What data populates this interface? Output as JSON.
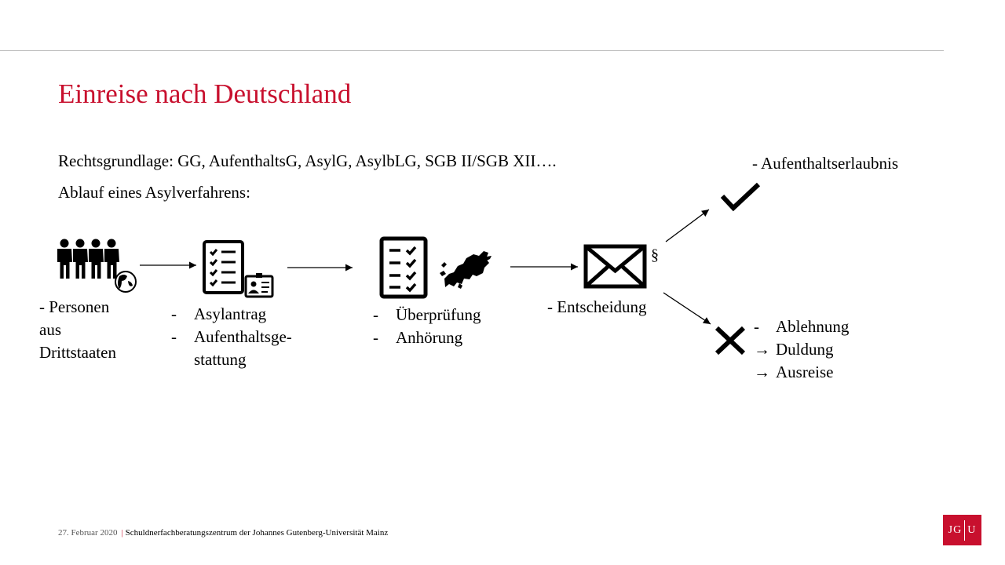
{
  "title": "Einreise nach Deutschland",
  "legal_basis": "Rechtsgrundlage: GG, AufenthaltsG, AsylG, AsylbLG, SGB II/SGB XII….",
  "procedure_heading": "Ablauf eines Asylverfahrens:",
  "steps": [
    {
      "icon": "people-globe-icon",
      "lines": [
        "- Personen",
        "aus",
        "Drittstaaten"
      ]
    },
    {
      "icon": "checklist-id-card-icon",
      "items": [
        "Asylantrag",
        "Aufenthaltsge-",
        "stattung"
      ]
    },
    {
      "icon": "checklist-europe-map-icon",
      "items": [
        "Überprüfung",
        "Anhörung"
      ]
    },
    {
      "icon": "envelope-paragraph-icon",
      "lines": [
        "- Entscheidung"
      ],
      "symbol": "§"
    }
  ],
  "outcomes": {
    "positive": {
      "icon": "checkmark-icon",
      "label": "- Aufenthaltserlaubnis"
    },
    "negative": {
      "icon": "cross-icon",
      "dash": "-",
      "items": [
        "Ablehnung",
        "Duldung",
        "Ausreise"
      ],
      "arrow": "→"
    }
  },
  "footer": {
    "date": "27. Februar 2020",
    "separator": "|",
    "org": "Schuldnerfachberatungszentrum der Johannes Gutenberg-Universität Mainz"
  },
  "logo": {
    "left": "JG",
    "right": "U"
  },
  "colors": {
    "accent": "#c8102e",
    "rule": "#bfbfbf"
  }
}
